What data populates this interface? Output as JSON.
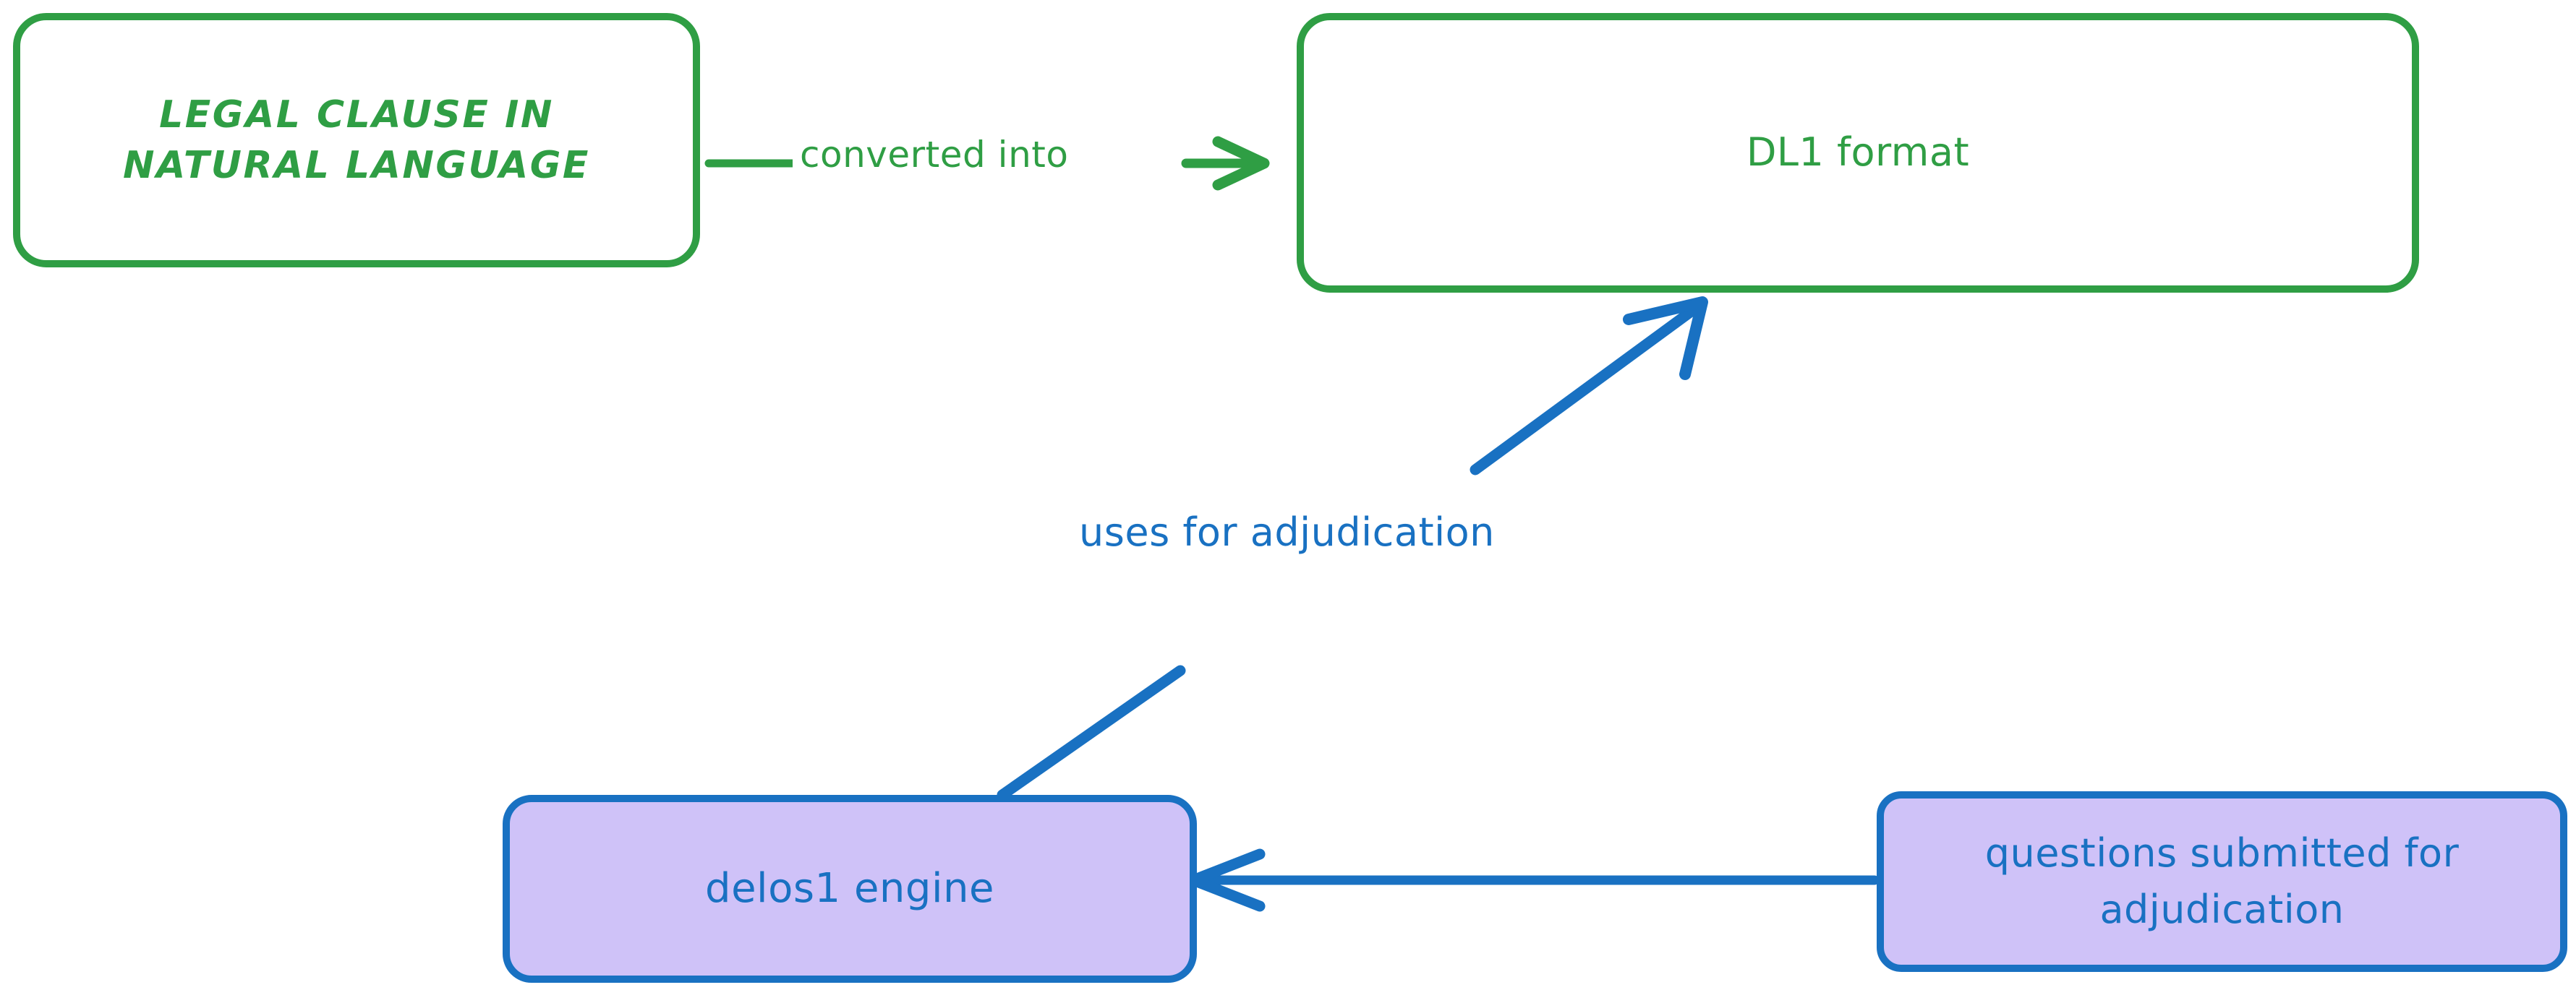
{
  "diagram": {
    "type": "flowchart",
    "background_color": "#ffffff",
    "palette": {
      "green_stroke": "#2f9e44",
      "blue_stroke": "#1971c2",
      "purple_fill": "#cfc2f8",
      "white_fill": "#ffffff"
    },
    "nodes": [
      {
        "id": "legal-clause",
        "label": "LEGAL CLAUSE IN\nNATURAL LANGUAGE",
        "shape": "rounded-rectangle",
        "stroke": "#2f9e44",
        "fill": "#ffffff",
        "text_color": "#2f9e44"
      },
      {
        "id": "dl1",
        "label": "DL1 format",
        "shape": "rounded-rectangle",
        "stroke": "#2f9e44",
        "fill": "#ffffff",
        "text_color": "#2f9e44"
      },
      {
        "id": "delos1",
        "label": "delos1 engine",
        "shape": "rounded-rectangle",
        "stroke": "#1971c2",
        "fill": "#cfc2f8",
        "text_color": "#1971c2"
      },
      {
        "id": "questions",
        "label": "questions submitted for\nadjudication",
        "shape": "rounded-rectangle",
        "stroke": "#1971c2",
        "fill": "#cfc2f8",
        "text_color": "#1971c2"
      }
    ],
    "edges": [
      {
        "id": "legal-clause-to-dl1",
        "from": "legal-clause",
        "to": "dl1",
        "label": "converted into",
        "color": "#2f9e44",
        "direction": "right"
      },
      {
        "id": "delos1-to-dl1",
        "from": "delos1",
        "to": "dl1",
        "label": "uses for adjudication",
        "color": "#1971c2",
        "direction": "up-right"
      },
      {
        "id": "questions-to-delos1",
        "from": "questions",
        "to": "delos1",
        "label": "",
        "color": "#1971c2",
        "direction": "left"
      }
    ]
  }
}
